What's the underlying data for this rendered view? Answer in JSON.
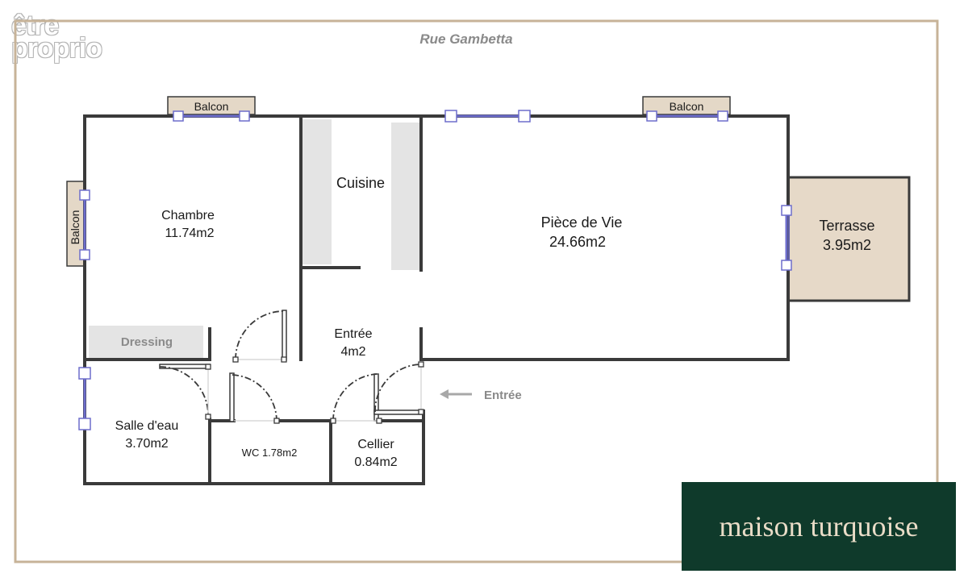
{
  "watermark": {
    "line1": "être",
    "line2": "proprio"
  },
  "street": "Rue Gambetta",
  "rooms": {
    "chambre": {
      "name": "Chambre",
      "area": "11.74m2"
    },
    "cuisine": {
      "name": "Cuisine"
    },
    "piece_de_vie": {
      "name": "Pièce de Vie",
      "area": "24.66m2"
    },
    "terrasse": {
      "name": "Terrasse",
      "area": "3.95m2"
    },
    "dressing": {
      "name": "Dressing"
    },
    "entree": {
      "name": "Entrée",
      "area": "4m2"
    },
    "salle_deau": {
      "name": "Salle d'eau",
      "area": "3.70m2"
    },
    "wc": {
      "label": "WC 1.78m2"
    },
    "cellier": {
      "name": "Cellier",
      "area": "0.84m2"
    }
  },
  "balcons": {
    "top_left": "Balcon",
    "top_right": "Balcon",
    "left": "Balcon"
  },
  "entrance_marker": "Entrée",
  "brand": {
    "name": "maison turquoise"
  },
  "colors": {
    "wall": "#3a3a3a",
    "frame": "#c7b398",
    "balcony_fill": "#e4d8c7",
    "terrace_fill": "#e6d9c8",
    "kitchen_counter": "#e4e4e4",
    "window": "#6d6dcc",
    "brand_bg": "#0f3a2b",
    "brand_text": "#e9dcc7"
  }
}
